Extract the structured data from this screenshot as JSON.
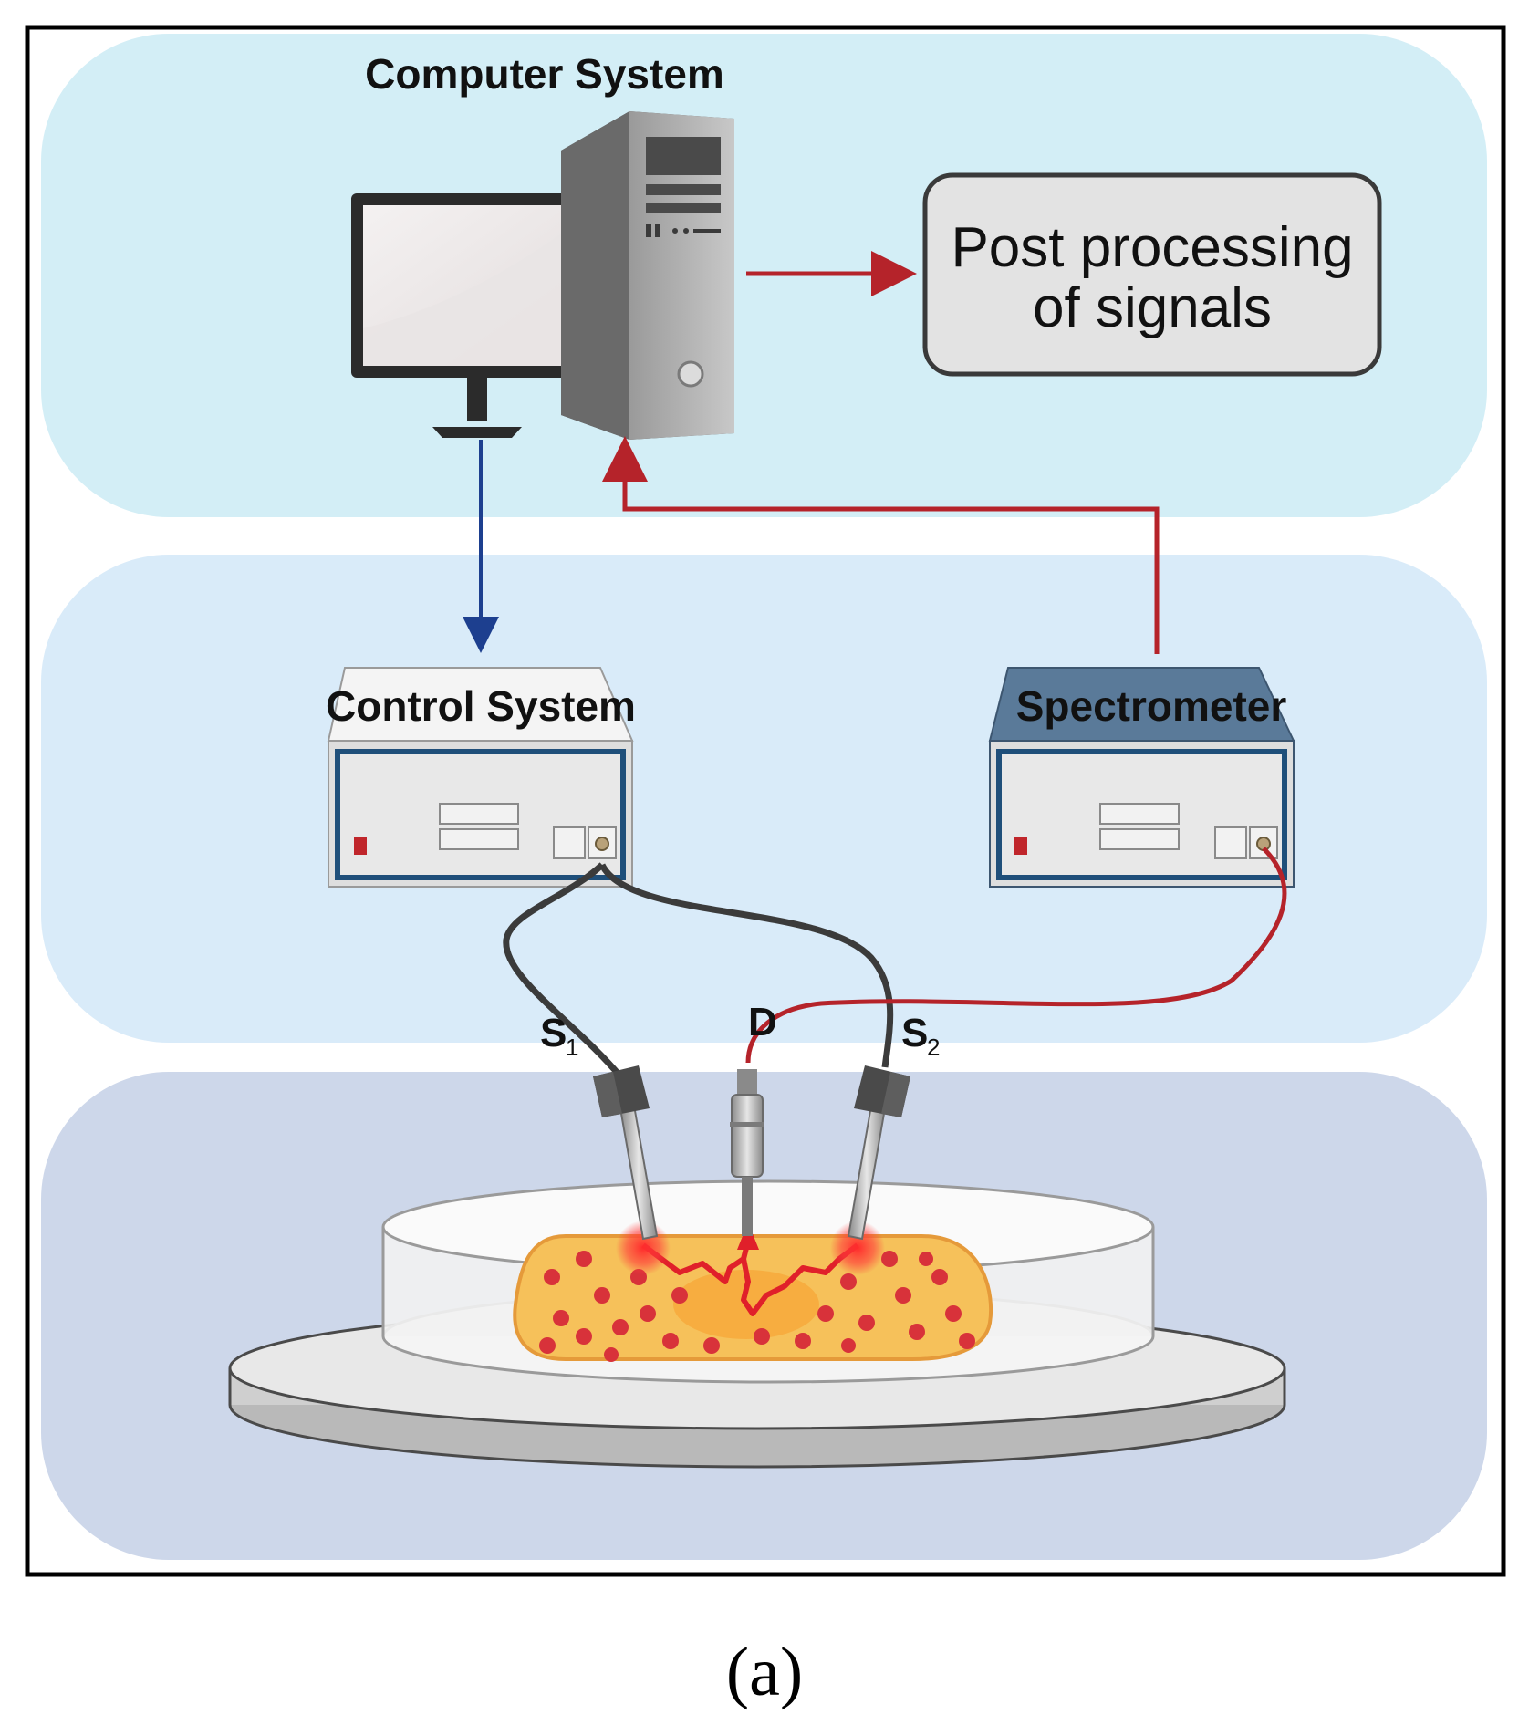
{
  "labels": {
    "computer_system": "Computer System",
    "post_processing_line1": "Post processing",
    "post_processing_line2": "of signals",
    "control_system": "Control System",
    "spectrometer": "Spectrometer",
    "source1_letter": "S",
    "source1_sub": "1",
    "detector": "D",
    "source2_letter": "S",
    "source2_sub": "2",
    "caption": "(a)"
  },
  "colors": {
    "band_top": "#d3eef6",
    "band_middle": "#d9ebf9",
    "band_bottom": "#cdd7ea",
    "arrow_red": "#b5232a",
    "arrow_blue": "#1d3f8f",
    "cable_dark": "#3b3b3b",
    "spectrometer_top": "#5a7a99",
    "tissue_fill": "#f6c15a",
    "tissue_dots": "#d8323a"
  }
}
